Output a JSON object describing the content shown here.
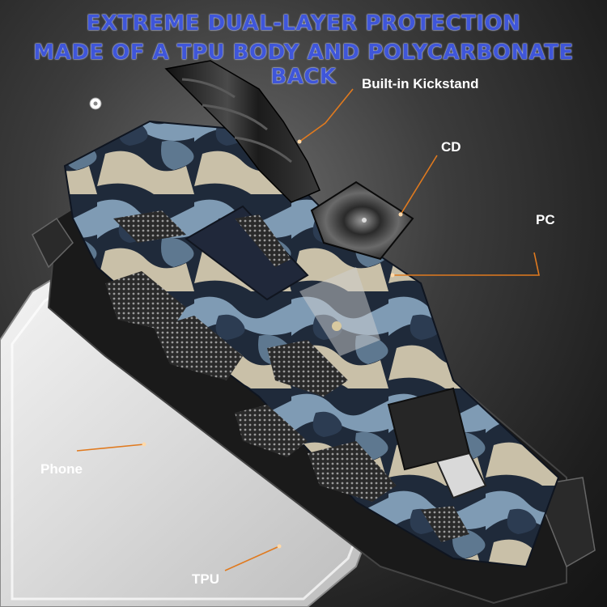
{
  "headline": {
    "line1": "EXTREME DUAL-LAYER PROTECTION",
    "line2": "MADE OF A TPU BODY AND POLYCARBONATE BACK"
  },
  "callouts": {
    "kickstand": "Built-in Kickstand",
    "cd": "CD",
    "pc": "PC",
    "phone": "Phone",
    "tpu": "TPU"
  },
  "colors": {
    "headline": "#3f56d9",
    "leader_line": "#e07a1f",
    "label": "#ffffff"
  }
}
